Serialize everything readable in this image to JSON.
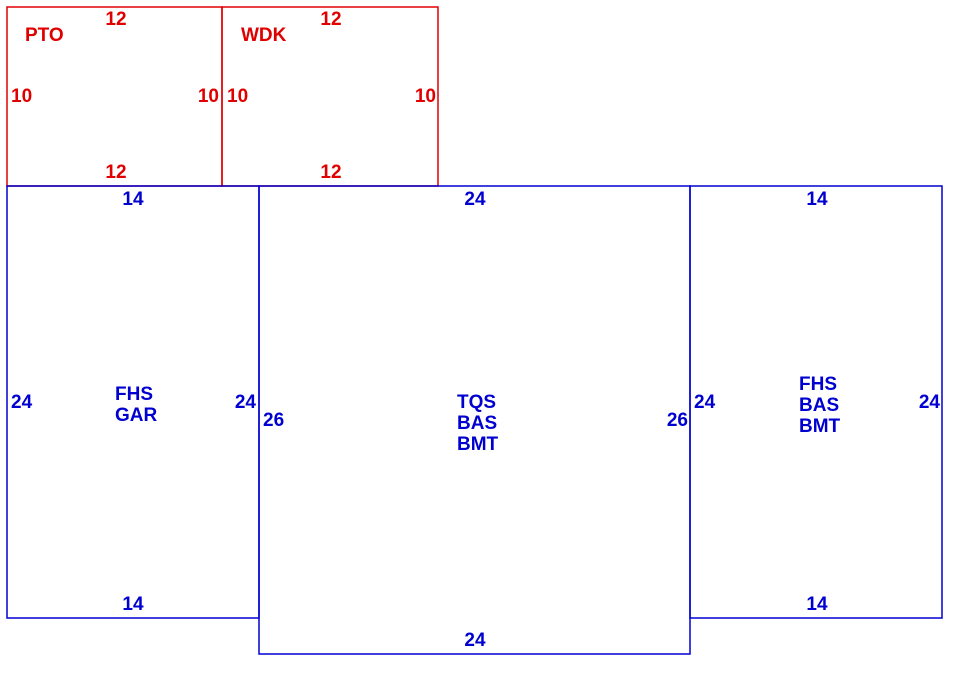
{
  "colors": {
    "patio_deck": "#e00000",
    "living": "#0000d0",
    "background": "#ffffff"
  },
  "areas": {
    "pto": {
      "codes": [
        "PTO"
      ],
      "top": "12",
      "bottom": "12",
      "left": "10",
      "right": "10"
    },
    "wdk": {
      "codes": [
        "WDK"
      ],
      "top": "12",
      "bottom": "12",
      "left": "10",
      "right": "10"
    },
    "left_wing": {
      "codes": [
        "FHS",
        "GAR"
      ],
      "top": "14",
      "bottom": "14",
      "left": "24",
      "right": "24"
    },
    "center": {
      "codes": [
        "TQS",
        "BAS",
        "BMT"
      ],
      "top": "24",
      "bottom": "24",
      "left": "26",
      "right": "26"
    },
    "right_wing": {
      "codes": [
        "FHS",
        "BAS",
        "BMT"
      ],
      "top": "14",
      "bottom": "14",
      "left": "24",
      "right": "24"
    }
  }
}
